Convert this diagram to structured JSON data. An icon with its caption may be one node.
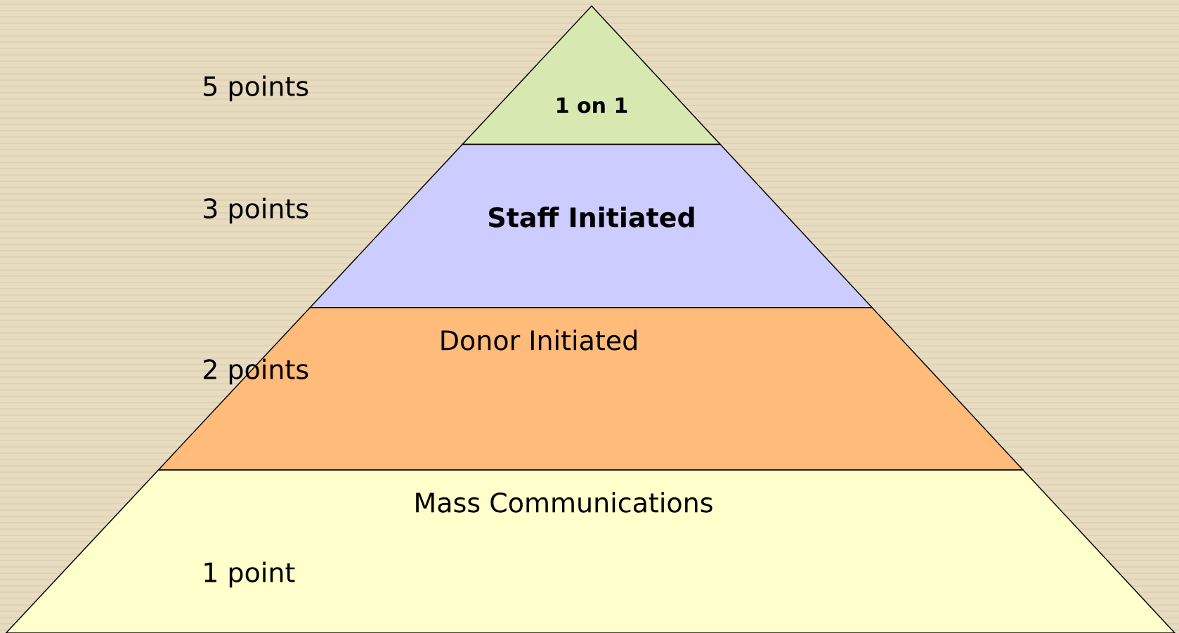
{
  "diagram": {
    "nodes": [
      {
        "text": [
          "1 on 1"
        ]
      },
      {
        "text": [
          "Staff Initiated"
        ]
      },
      {
        "text": [
          "Donor Initiated"
        ]
      },
      {
        "text": [
          "Mass Communications"
        ]
      }
    ],
    "labels": [
      "5 points",
      "3 points",
      "2 points",
      "1 point"
    ]
  }
}
